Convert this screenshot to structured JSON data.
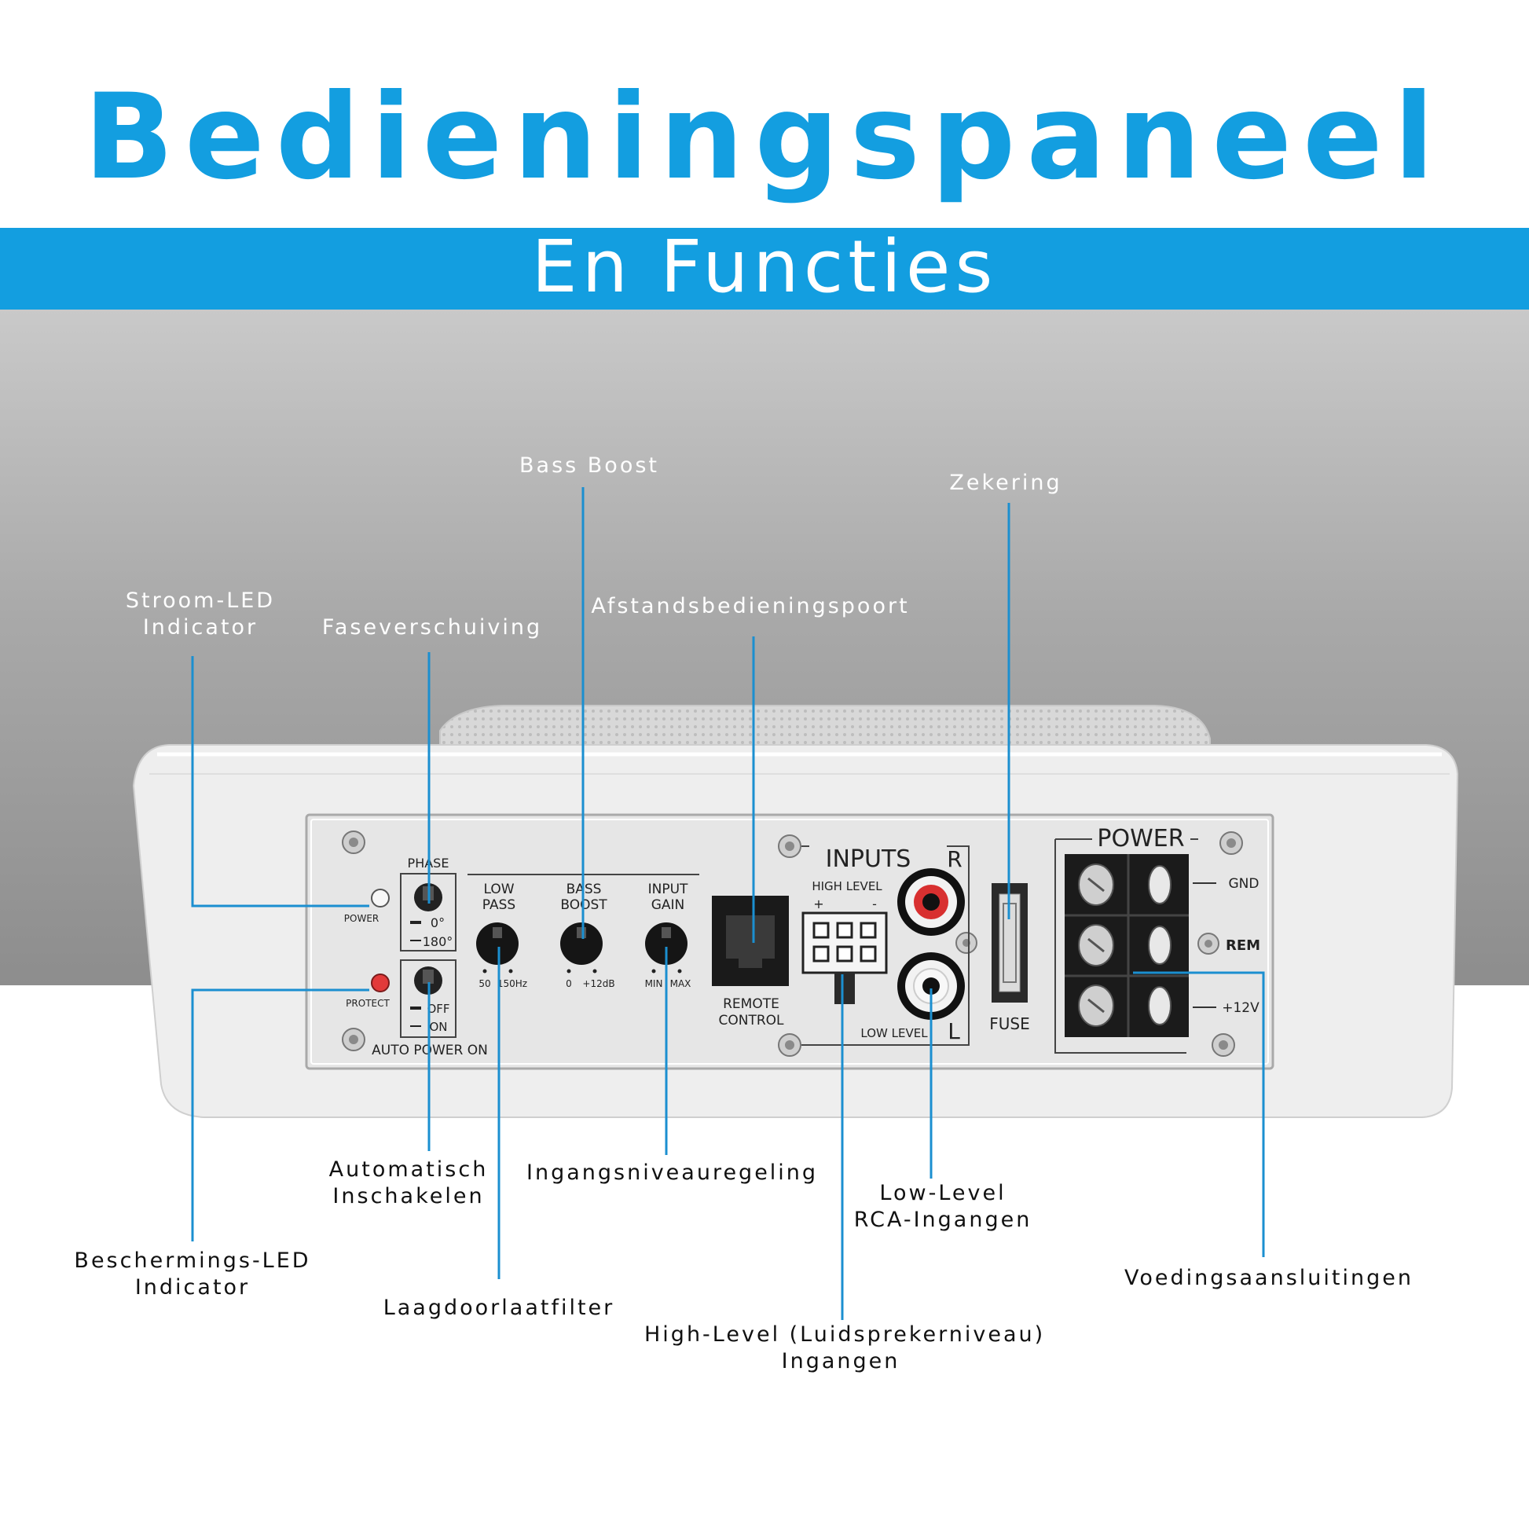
{
  "header": {
    "title": "Bedieningspaneel",
    "subtitle": "En Functies"
  },
  "colors": {
    "accent": "#139ee0",
    "leader_line": "#1b8fd0",
    "protect_led": "#e23a3a"
  },
  "callouts": {
    "power_led": [
      "Stroom-LED",
      "Indicator"
    ],
    "phase": "Faseverschuiving",
    "bass_boost": "Bass Boost",
    "remote_port": "Afstandsbedieningspoort",
    "fuse": "Zekering",
    "auto_on": [
      "Automatisch",
      "Inschakelen"
    ],
    "protect_led": [
      "Beschermings-LED",
      "Indicator"
    ],
    "low_pass": "Laagdoorlaatfilter",
    "input_gain": "Ingangsniveauregeling",
    "high_level": [
      "High-Level (Luidsprekerniveau)",
      "Ingangen"
    ],
    "rca": [
      "Low-Level",
      "RCA-Ingangen"
    ],
    "power_terminals": "Voedingsaansluitingen"
  },
  "panel": {
    "phase_label": "PHASE",
    "phase_0": "0°",
    "phase_180": "180°",
    "power_led_label": "POWER",
    "protect_led_label": "PROTECT",
    "auto_off": "OFF",
    "auto_on": "ON",
    "auto_power_label": "AUTO POWER ON",
    "low_pass_label": [
      "LOW",
      "PASS"
    ],
    "low_pass_min": "50",
    "low_pass_max": "150Hz",
    "bass_boost_label": [
      "BASS",
      "BOOST"
    ],
    "bass_boost_min": "0",
    "bass_boost_max": "+12dB",
    "input_gain_label": [
      "INPUT",
      "GAIN"
    ],
    "input_gain_min": "MIN",
    "input_gain_max": "MAX",
    "remote_label": [
      "REMOTE",
      "CONTROL"
    ],
    "inputs_label": "INPUTS",
    "high_level_label": "HIGH LEVEL",
    "plus": "+",
    "minus": "-",
    "low_level_label": "LOW LEVEL",
    "right": "R",
    "left": "L",
    "fuse_label": "FUSE",
    "power_label": "POWER",
    "gnd": "GND",
    "rem": "REM",
    "v12": "+12V"
  }
}
